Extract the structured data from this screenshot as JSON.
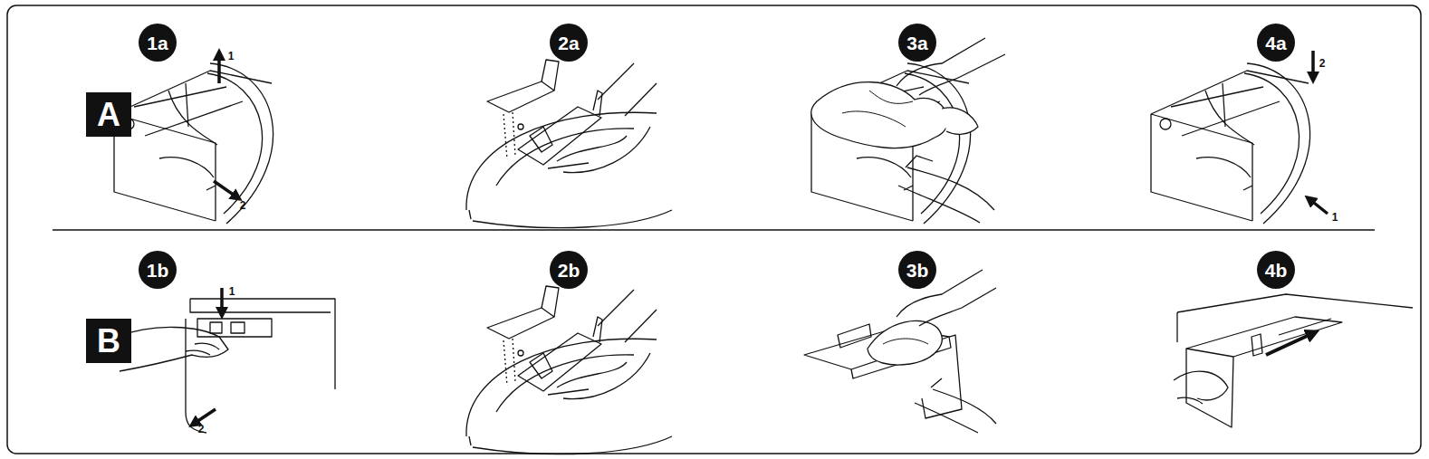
{
  "diagram": {
    "nodes": [
      {
        "text": [
          "A"
        ]
      },
      {
        "text": [
          "1a"
        ]
      },
      {
        "text": [
          "2a"
        ]
      },
      {
        "text": [
          "3a"
        ]
      },
      {
        "text": [
          "4a"
        ]
      },
      {
        "text": [
          "B"
        ]
      },
      {
        "text": [
          "1b"
        ]
      },
      {
        "text": [
          "2b"
        ]
      },
      {
        "text": [
          "3b"
        ]
      },
      {
        "text": [
          "4b"
        ]
      }
    ],
    "labels": [
      "1",
      "2",
      "2",
      "1",
      "1",
      "2"
    ]
  }
}
